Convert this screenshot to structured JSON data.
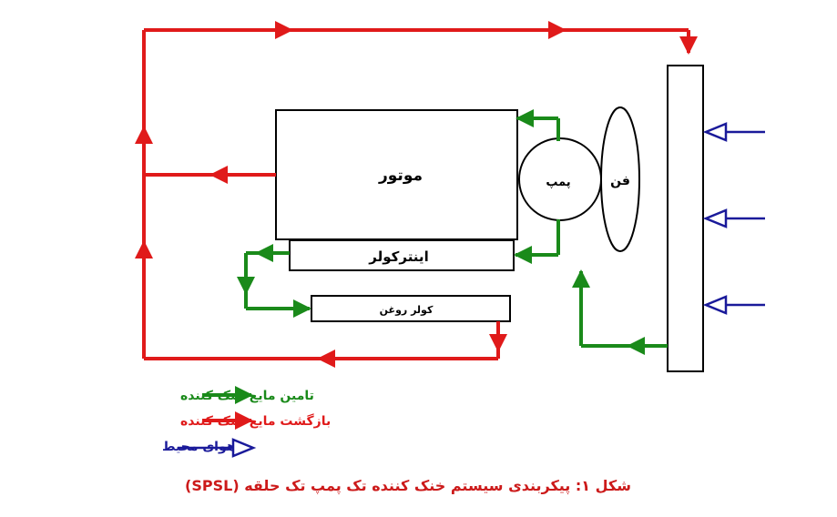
{
  "labels": {
    "motor": "موتور",
    "intercooler": "اینترکولر",
    "oil_cooler": "کولر روغن",
    "pump": "پمپ",
    "fan": "فن"
  },
  "legend": {
    "supply": "تامین مایع خنک کننده",
    "return": "بازگشت مایع خنک کننده",
    "ambient_air": "هوای محیط"
  },
  "caption": "شکل ۱: پیکربندی سیستم خنک کننده تک پمپ تک حلقه (SPSL)",
  "colors": {
    "supply": "#1a8a1a",
    "return": "#e01a1a",
    "ambient_air": "#1a1a9a",
    "caption": "#cc1a1a",
    "outline": "#000000"
  }
}
